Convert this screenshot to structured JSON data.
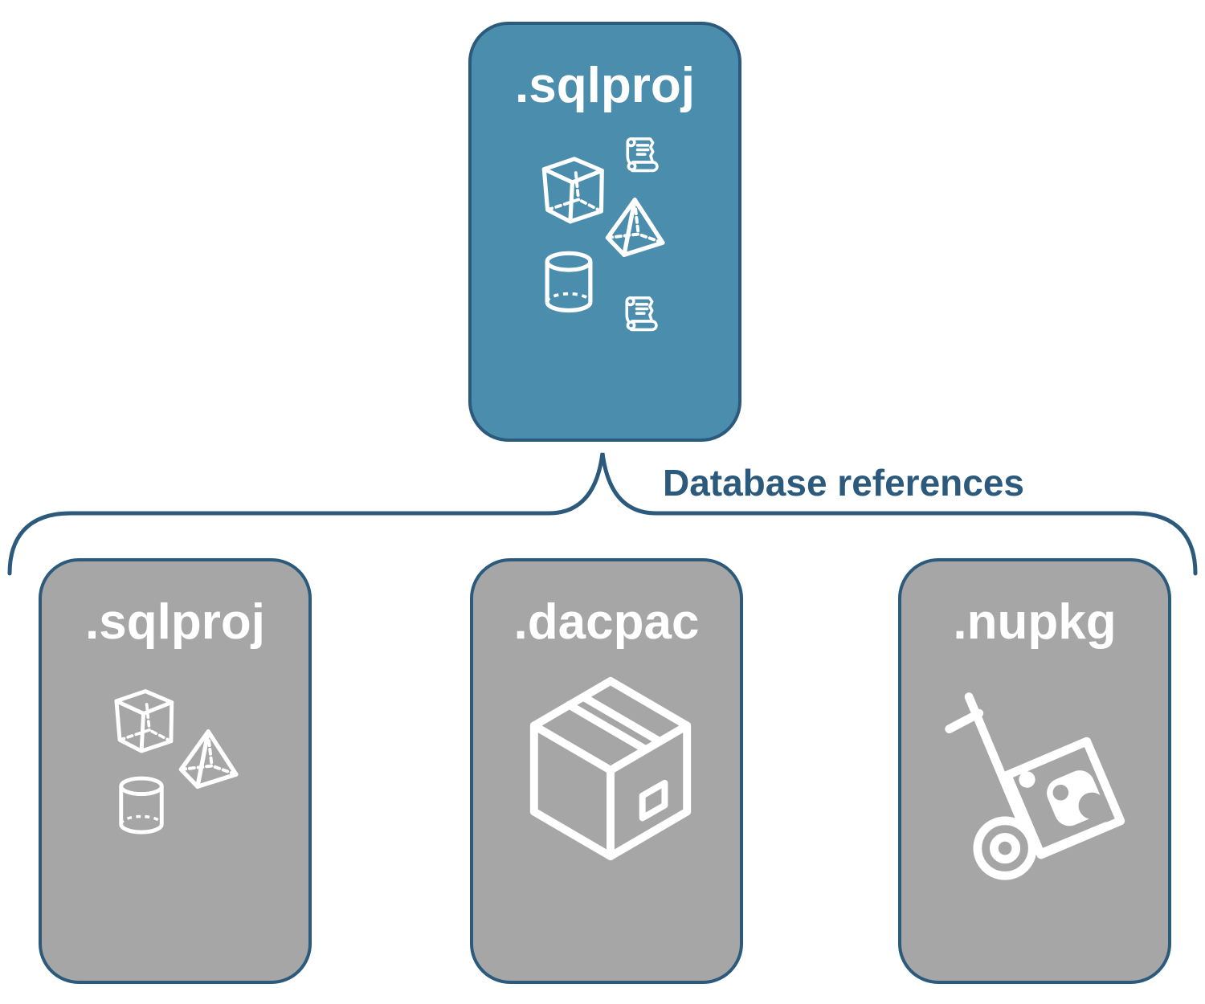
{
  "page": {
    "background": "#ffffff"
  },
  "colors": {
    "root_node_fill": "#4B8DAD",
    "child_node_fill": "#A6A6A6",
    "outline_and_text_navy": "#2B5A7C",
    "icon_and_title_white": "#FFFFFF"
  },
  "root_node": {
    "label": ".sqlproj",
    "icons": [
      "cube-icon",
      "script-scroll-icon",
      "pyramid-icon",
      "database-cylinder-icon",
      "script-scroll-icon"
    ]
  },
  "connector": {
    "label": "Database references",
    "shape": "horizontal-curly-brace"
  },
  "child_nodes": [
    {
      "label": ".sqlproj",
      "icons": [
        "cube-icon",
        "pyramid-icon",
        "database-cylinder-icon"
      ]
    },
    {
      "label": ".dacpac",
      "icons": [
        "package-box-icon"
      ]
    },
    {
      "label": ".nupkg",
      "icons": [
        "hand-truck-package-icon"
      ]
    }
  ]
}
